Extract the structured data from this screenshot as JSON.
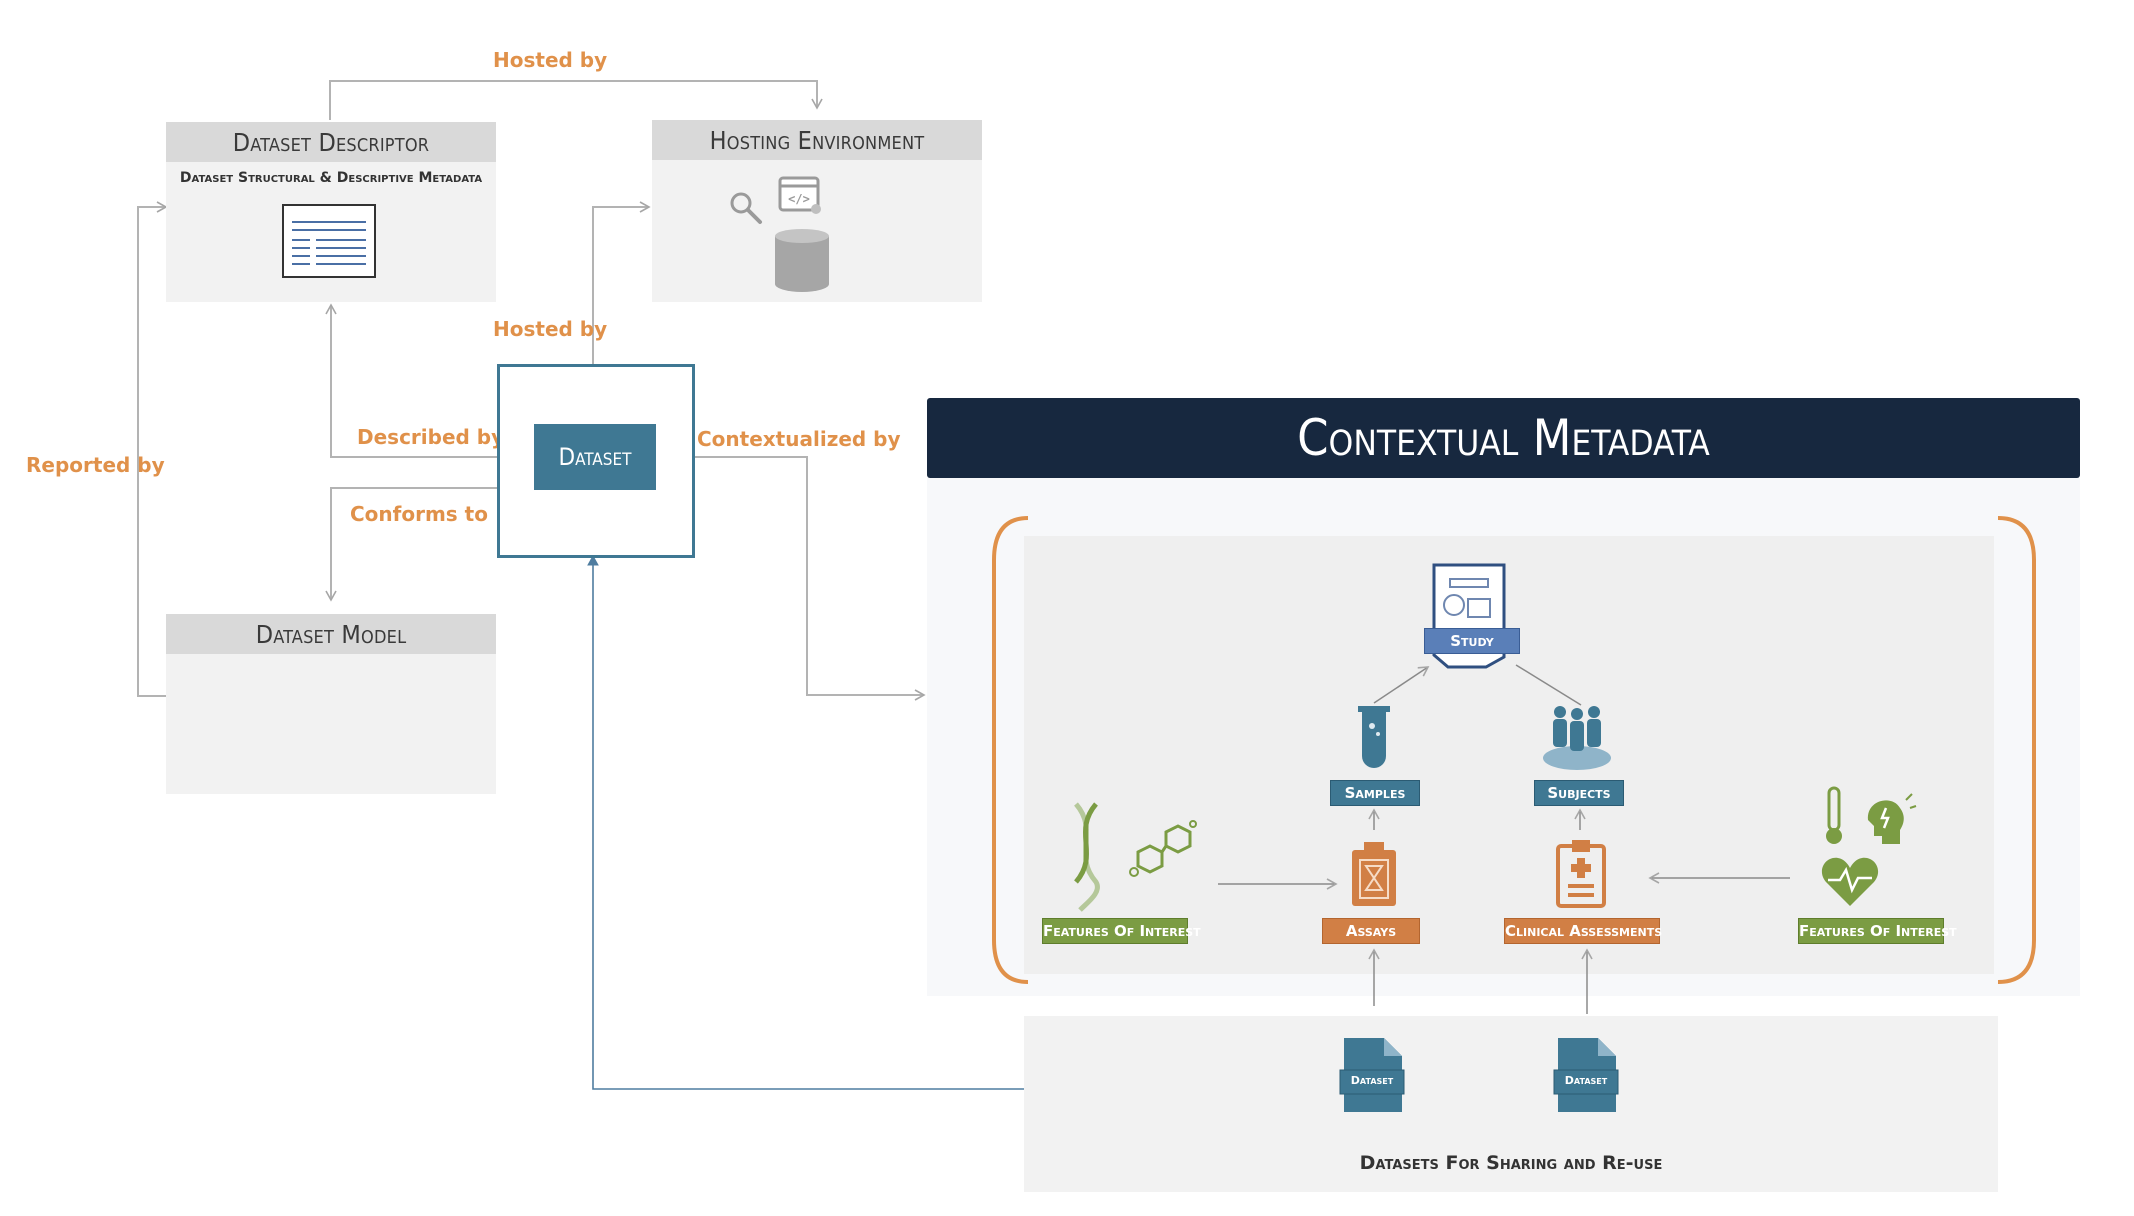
{
  "edges": {
    "hosted_by_top": "Hosted by",
    "hosted_by_mid": "Hosted by",
    "described_by": "Described by",
    "conforms_to": "Conforms to",
    "reported_by": "Reported by",
    "contextualized_by": "Contextualized by"
  },
  "descriptor": {
    "title": "Dataset Descriptor",
    "subtitle": "Dataset Structural & Descriptive Metadata"
  },
  "hosting": {
    "title": "Hosting Environment"
  },
  "model": {
    "title": "Dataset Model"
  },
  "dataset": {
    "label": "Dataset"
  },
  "contextual": {
    "title": "Contextual Metadata",
    "study": "Study",
    "samples": "Samples",
    "subjects": "Subjects",
    "assays": "Assays",
    "clinical": "Clinical Assessments",
    "foi_left": "Features Of Interest",
    "foi_right": "Features Of Interest"
  },
  "sharing": {
    "file1": "Dataset",
    "file2": "Dataset",
    "caption": "Datasets For Sharing and Re-use"
  },
  "colors": {
    "orange_accent": "#e0914a",
    "navy_header": "#17283f",
    "teal": "#3f7893",
    "study_blue": "#5a7fb8",
    "assay_orange": "#d17f45",
    "foi_green": "#7b9c43",
    "connector_gray": "#b3b3b3"
  },
  "icons": [
    "document-icon",
    "search-icon",
    "code-window-icon",
    "database-icon",
    "study-icon",
    "test-tube-icon",
    "people-icon",
    "dna-icon",
    "molecule-icon",
    "assay-icon",
    "clipboard-icon",
    "thermometer-icon",
    "brain-icon",
    "heart-icon",
    "file-icon"
  ]
}
